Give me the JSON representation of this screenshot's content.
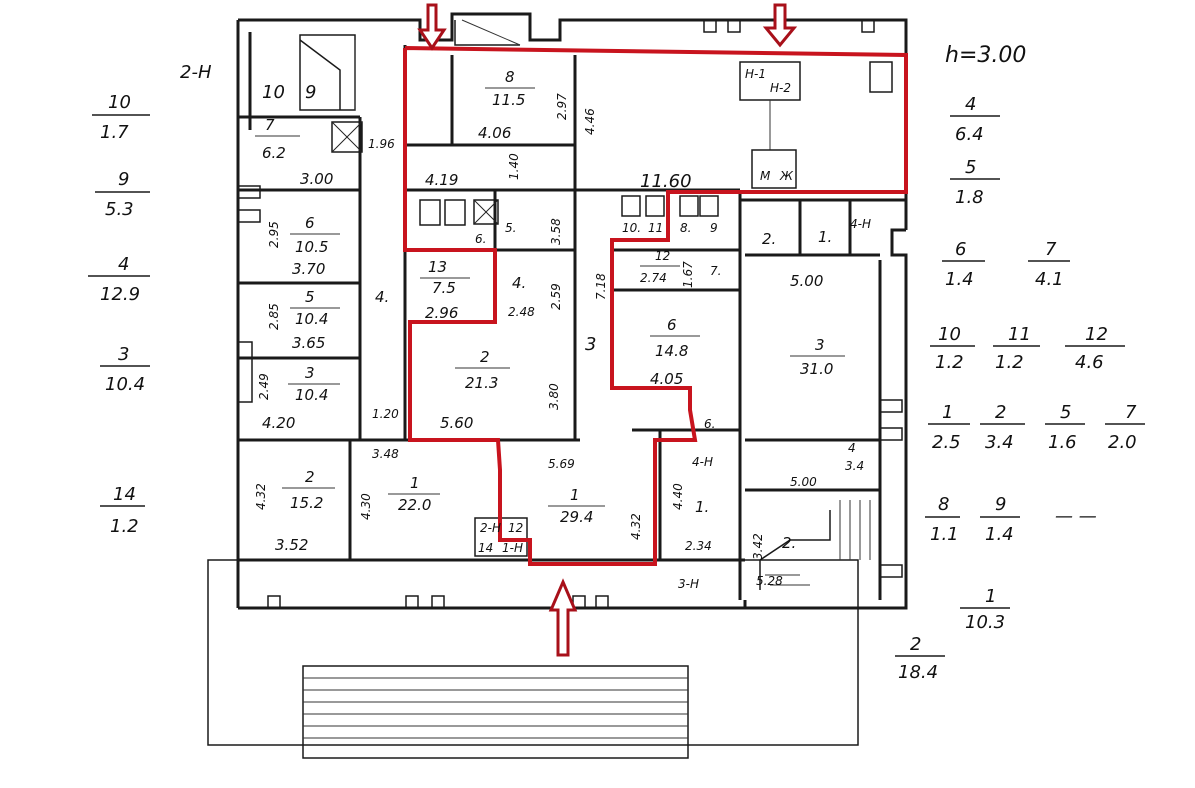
{
  "header": {
    "height_label": "h=3.00"
  },
  "left_legend": [
    {
      "num": "10",
      "area": "1.7"
    },
    {
      "num": "9",
      "area": "5.3"
    },
    {
      "num": "4",
      "area": "12.9"
    },
    {
      "num": "3",
      "area": "10.4"
    },
    {
      "num": "14",
      "area": "1.2"
    }
  ],
  "right_legend": [
    {
      "num": "4",
      "area": "6.4"
    },
    {
      "num": "5",
      "area": "1.8"
    },
    {
      "num": "6",
      "area": "1.4"
    },
    {
      "num": "7",
      "area": "4.1"
    },
    {
      "num": "10",
      "area": "1.2"
    },
    {
      "num": "11",
      "area": "1.2"
    },
    {
      "num": "12",
      "area": "4.6"
    },
    {
      "num": "1",
      "area": "2.5"
    },
    {
      "num": "2",
      "area": "3.4"
    },
    {
      "num": "5",
      "area": "1.6"
    },
    {
      "num": "7",
      "area": "2.0"
    },
    {
      "num": "8",
      "area": "1.1"
    },
    {
      "num": "9",
      "area": "1.4"
    },
    {
      "num": "1",
      "area": "10.3"
    },
    {
      "num": "2",
      "area": "18.4"
    }
  ],
  "legend_dash": "— —",
  "rooms": {
    "r8": {
      "num": "8",
      "area": "11.5",
      "dim": "4.06"
    },
    "r7": {
      "num": "7",
      "area": "6.2",
      "dim": "3.00"
    },
    "r6": {
      "num": "6",
      "area": "10.5",
      "dim": "3.70"
    },
    "r5": {
      "num": "5",
      "area": "10.4",
      "dim": "3.65"
    },
    "r3": {
      "num": "3",
      "area": "10.4",
      "dim": "4.20"
    },
    "r13": {
      "num": "13",
      "area": "7.5",
      "dim": "2.96"
    },
    "r2c": {
      "num": "2",
      "area": "21.3",
      "dim": "5.60"
    },
    "r6b": {
      "num": "6",
      "area": "14.8",
      "dim": "4.05"
    },
    "r3b": {
      "num": "3",
      "area": "31.0",
      "dim": "5.00"
    },
    "r1": {
      "num": "1",
      "area": "29.4"
    },
    "r1b": {
      "num": "1",
      "area": "22.0"
    },
    "r2": {
      "num": "2",
      "area": "15.2",
      "dim": "3.52"
    },
    "r12": {
      "num": "12",
      "area": "2.74"
    }
  },
  "labels": {
    "l_2n": "2-Н",
    "l_10": "10",
    "l_9": "9",
    "l_196": "1.96",
    "l_297": "2.97",
    "l_446": "4.46",
    "l_419": "4.19",
    "l_140": "1.40",
    "l_358": "3.58",
    "l_1160": "11.60",
    "l_nm1": "Н-1",
    "l_nm2": "Н-2",
    "l_m1": "М",
    "l_ze": "Ж",
    "l_295": "2.95",
    "l_285": "2.85",
    "l_249": "2.49",
    "l_4a": "4.",
    "l_120": "1.20",
    "l_348": "3.48",
    "l_6a": "6.",
    "l_5a": "5.",
    "l_4b": "4.",
    "l_248": "2.48",
    "l_259": "2.59",
    "l_3a": "3",
    "l_380": "3.80",
    "l_718": "7.18",
    "l_167": "1.67",
    "l_10b": "10.",
    "l_11b": "11",
    "l_8b": "8.",
    "l_9b": "9",
    "l_2b": "2.",
    "l_1b": "1.",
    "l_4h": "4-Н",
    "l_7b": "7.",
    "l_500": "5.00",
    "l_6c": "6.",
    "l_4c": "4",
    "l_34": "3.4",
    "l_500b": "5.00",
    "l_569": "5.69",
    "l_440": "4.40",
    "l_432": "4.32",
    "l_432b": "4.32",
    "l_430": "4.30",
    "l_4h2": "4-Н",
    "l_1c": "1.",
    "l_234": "2.34",
    "l_3h": "3-Н",
    "l_342": "3.42",
    "l_2c": "2.",
    "l_528": "5.28",
    "l_2h": "2-Н",
    "l_14": "14",
    "l_1h": "1-Н",
    "l_12": "12"
  },
  "arrows": [
    "entrance-top-left",
    "entrance-top-right",
    "entrance-bottom"
  ]
}
